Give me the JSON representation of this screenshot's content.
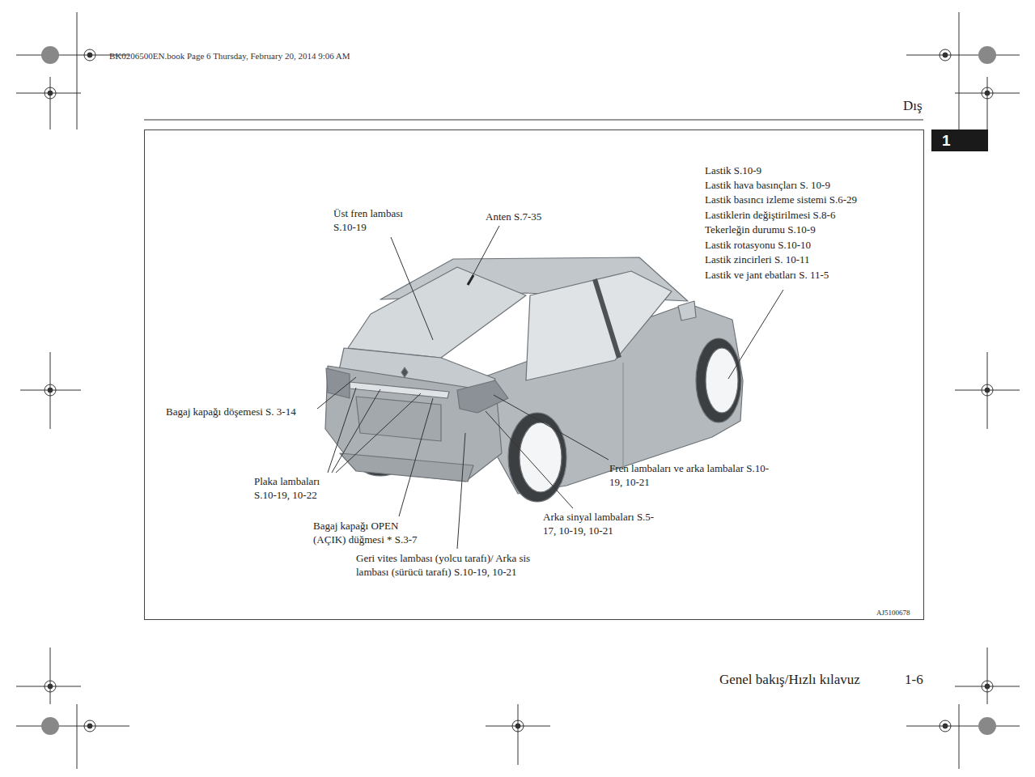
{
  "diagram": {
    "labels": [
      "BK0206500EN.book  Page 6  Thursday, February 20, 2014  9:06 AM",
      "Dış",
      "1",
      "Üst fren lambası S.10-19",
      "Anten S.7-35",
      "Lastik S.10-9",
      "Lastik hava basınçları S. 10-9",
      "Lastik basıncı izleme sistemi S.6-29",
      "Lastiklerin değiştirilmesi S.8-6",
      "Tekerleğin durumu S.10-9",
      "Lastik rotasyonu S.10-10",
      "Lastik zincirleri S. 10-11",
      "Lastik ve jant ebatları S. 11-5",
      "Bagaj kapağı döşemesi S. 3-14",
      "Plaka lambaları S.10-19, 10-22",
      "Bagaj kapağı OPEN (AÇIK) düğmesi * S.3-7",
      "Geri vites lambası (yolcu tarafı)/ Arka sis lambası (sürücü tarafı) S.10-19, 10-21",
      "Fren lambaları ve arka lambalar S.10-19, 10-21",
      "Arka sinyal lambaları S.5-17, 10-19, 10-21",
      "AJ5100678",
      "Genel bakış/Hızlı kılavuz",
      "1-6"
    ]
  }
}
